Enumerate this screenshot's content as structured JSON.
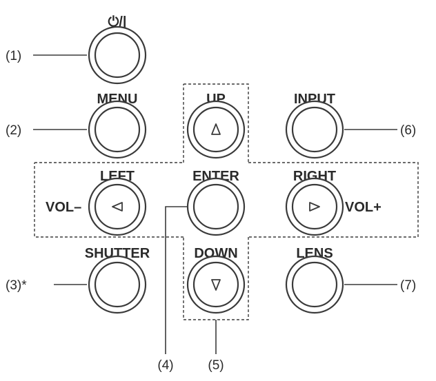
{
  "keys": {
    "power": "⏻/|",
    "menu": "MENU",
    "up": "UP",
    "input": "INPUT",
    "left": "LEFT",
    "enter": "ENTER",
    "right": "RIGHT",
    "shutter": "SHUTTER",
    "down": "DOWN",
    "lens": "LENS"
  },
  "volume": {
    "minus": "VOL–",
    "plus": "VOL+"
  },
  "callouts": {
    "c1": "(1)",
    "c2": "(2)",
    "c3": "(3)*",
    "c4": "(4)",
    "c5": "(5)",
    "c6": "(6)",
    "c7": "(7)"
  },
  "colors": {
    "ink": "#2a2a2a",
    "line": "#3a3a3a",
    "background": "#ffffff"
  },
  "icons": {
    "power": "power-toggle-icon",
    "up": "triangle-up-icon",
    "left": "triangle-left-icon",
    "right": "triangle-right-icon",
    "down": "triangle-down-icon"
  }
}
